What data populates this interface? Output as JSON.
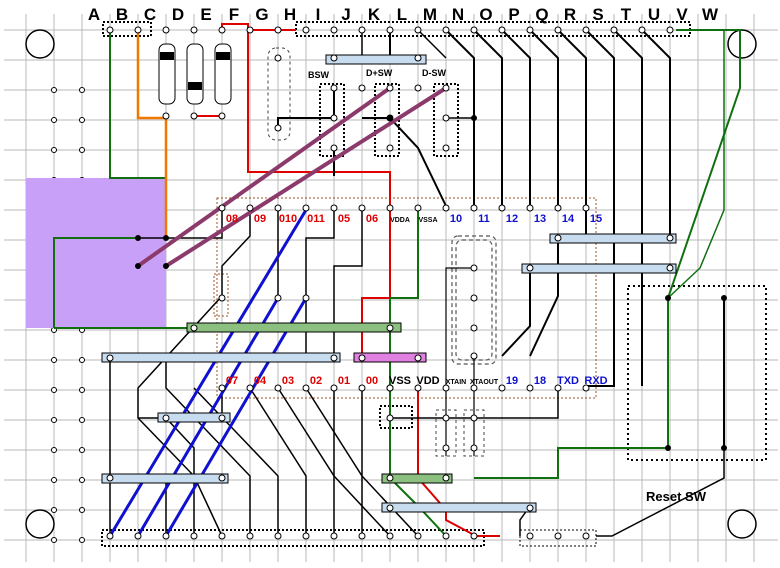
{
  "columns": [
    "A",
    "B",
    "C",
    "D",
    "E",
    "F",
    "G",
    "H",
    "I",
    "J",
    "K",
    "L",
    "M",
    "N",
    "O",
    "P",
    "Q",
    "R",
    "S",
    "T",
    "U",
    "V",
    "W"
  ],
  "switch_labels": {
    "bsw": "BSW",
    "dplus": "D+SW",
    "dminus": "D-SW"
  },
  "pins_top": [
    {
      "label": "08",
      "color": "red"
    },
    {
      "label": "09",
      "color": "red"
    },
    {
      "label": "010",
      "color": "red"
    },
    {
      "label": "011",
      "color": "red"
    },
    {
      "label": "05",
      "color": "red"
    },
    {
      "label": "06",
      "color": "red"
    },
    {
      "label": "VDDA",
      "color": "small"
    },
    {
      "label": "VSSA",
      "color": "small"
    },
    {
      "label": "10",
      "color": "blue"
    },
    {
      "label": "11",
      "color": "blue"
    },
    {
      "label": "12",
      "color": "blue"
    },
    {
      "label": "13",
      "color": "blue"
    },
    {
      "label": "14",
      "color": "blue"
    },
    {
      "label": "15",
      "color": "blue"
    }
  ],
  "pins_bottom": [
    {
      "label": "07",
      "color": "red"
    },
    {
      "label": "04",
      "color": "red"
    },
    {
      "label": "03",
      "color": "red"
    },
    {
      "label": "02",
      "color": "red"
    },
    {
      "label": "01",
      "color": "red"
    },
    {
      "label": "00",
      "color": "red"
    },
    {
      "label": "VSS",
      "color": "black"
    },
    {
      "label": "VDD",
      "color": "black"
    },
    {
      "label": "XTAIN",
      "color": "small"
    },
    {
      "label": "XTAOUT",
      "color": "small"
    },
    {
      "label": "19",
      "color": "blue"
    },
    {
      "label": "18",
      "color": "blue"
    },
    {
      "label": "TXD",
      "color": "blue"
    },
    {
      "label": "RXD",
      "color": "blue"
    }
  ],
  "reset_label": "Reset SW",
  "colors": {
    "red": "#e00000",
    "blue": "#1010d0",
    "green": "#107010",
    "orange": "#f07800",
    "purple": "#8b3a6b",
    "violet_pad": "#c8a0f8",
    "jumper_blue": "#c8dcf0",
    "jumper_green": "#8cc080",
    "jumper_pink": "#e080e0",
    "grid": "#b0b0b0"
  }
}
